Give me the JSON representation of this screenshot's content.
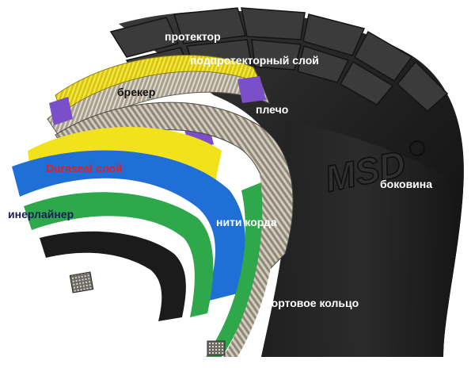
{
  "diagram": {
    "brand": "MSD",
    "labels": {
      "tread": "протектор",
      "subtread": "подпротекторный слой",
      "breaker": "брекер",
      "shoulder": "плечо",
      "duraseal": "Duraseal слой",
      "sidewall": "боковина",
      "innerliner": "инерлайнер",
      "cord": "нити корда",
      "bead": "бортовое кольцо"
    },
    "colors": {
      "rubber": "#1a1a1a",
      "tread_block": "#3a3a3a",
      "yellow_layer": "#f2e21b",
      "blue_layer": "#1f6fd6",
      "green_layer": "#2ea84a",
      "purple_accent": "#7a4fc9",
      "steel": "#b9b3a6",
      "duraseal_text": "#e41e1e"
    }
  }
}
